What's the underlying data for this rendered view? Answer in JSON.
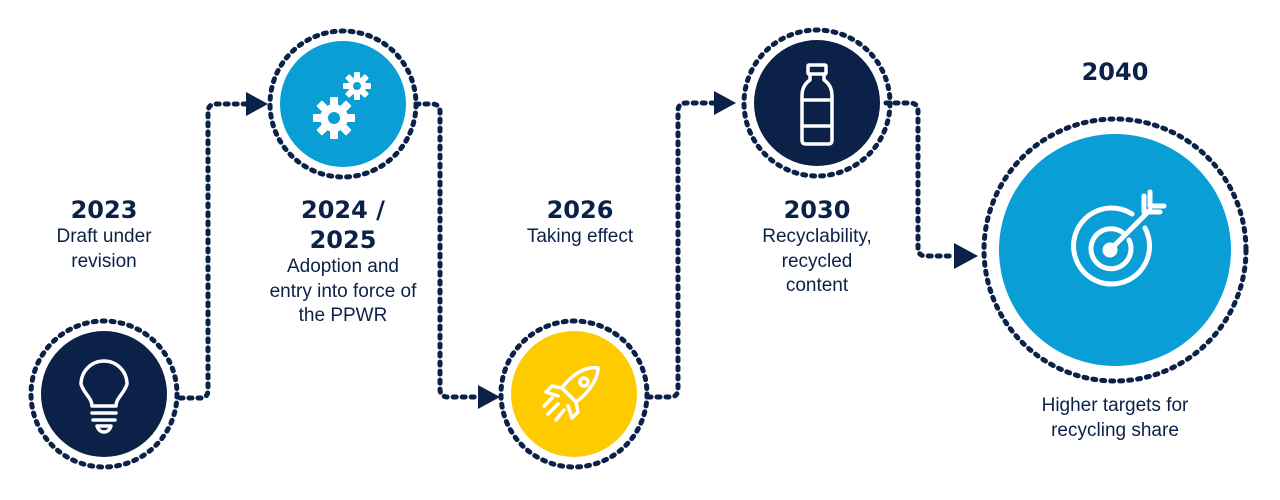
{
  "colors": {
    "navy": "#0b2147",
    "blue": "#0a9ed6",
    "yellow": "#fdcb00",
    "white": "#ffffff"
  },
  "milestones": [
    {
      "year": "2023",
      "description": "Draft under revision",
      "icon": "lightbulb-icon"
    },
    {
      "year": "2024 / 2025",
      "description": "Adoption and entry into force of the PPWR",
      "icon": "gears-icon"
    },
    {
      "year": "2026",
      "description": "Taking effect",
      "icon": "rocket-icon"
    },
    {
      "year": "2030",
      "description": "Recyclability, recycled content",
      "icon": "bottle-icon"
    },
    {
      "year": "2040",
      "description": "Higher targets for recycling share",
      "icon": "target-icon"
    }
  ]
}
